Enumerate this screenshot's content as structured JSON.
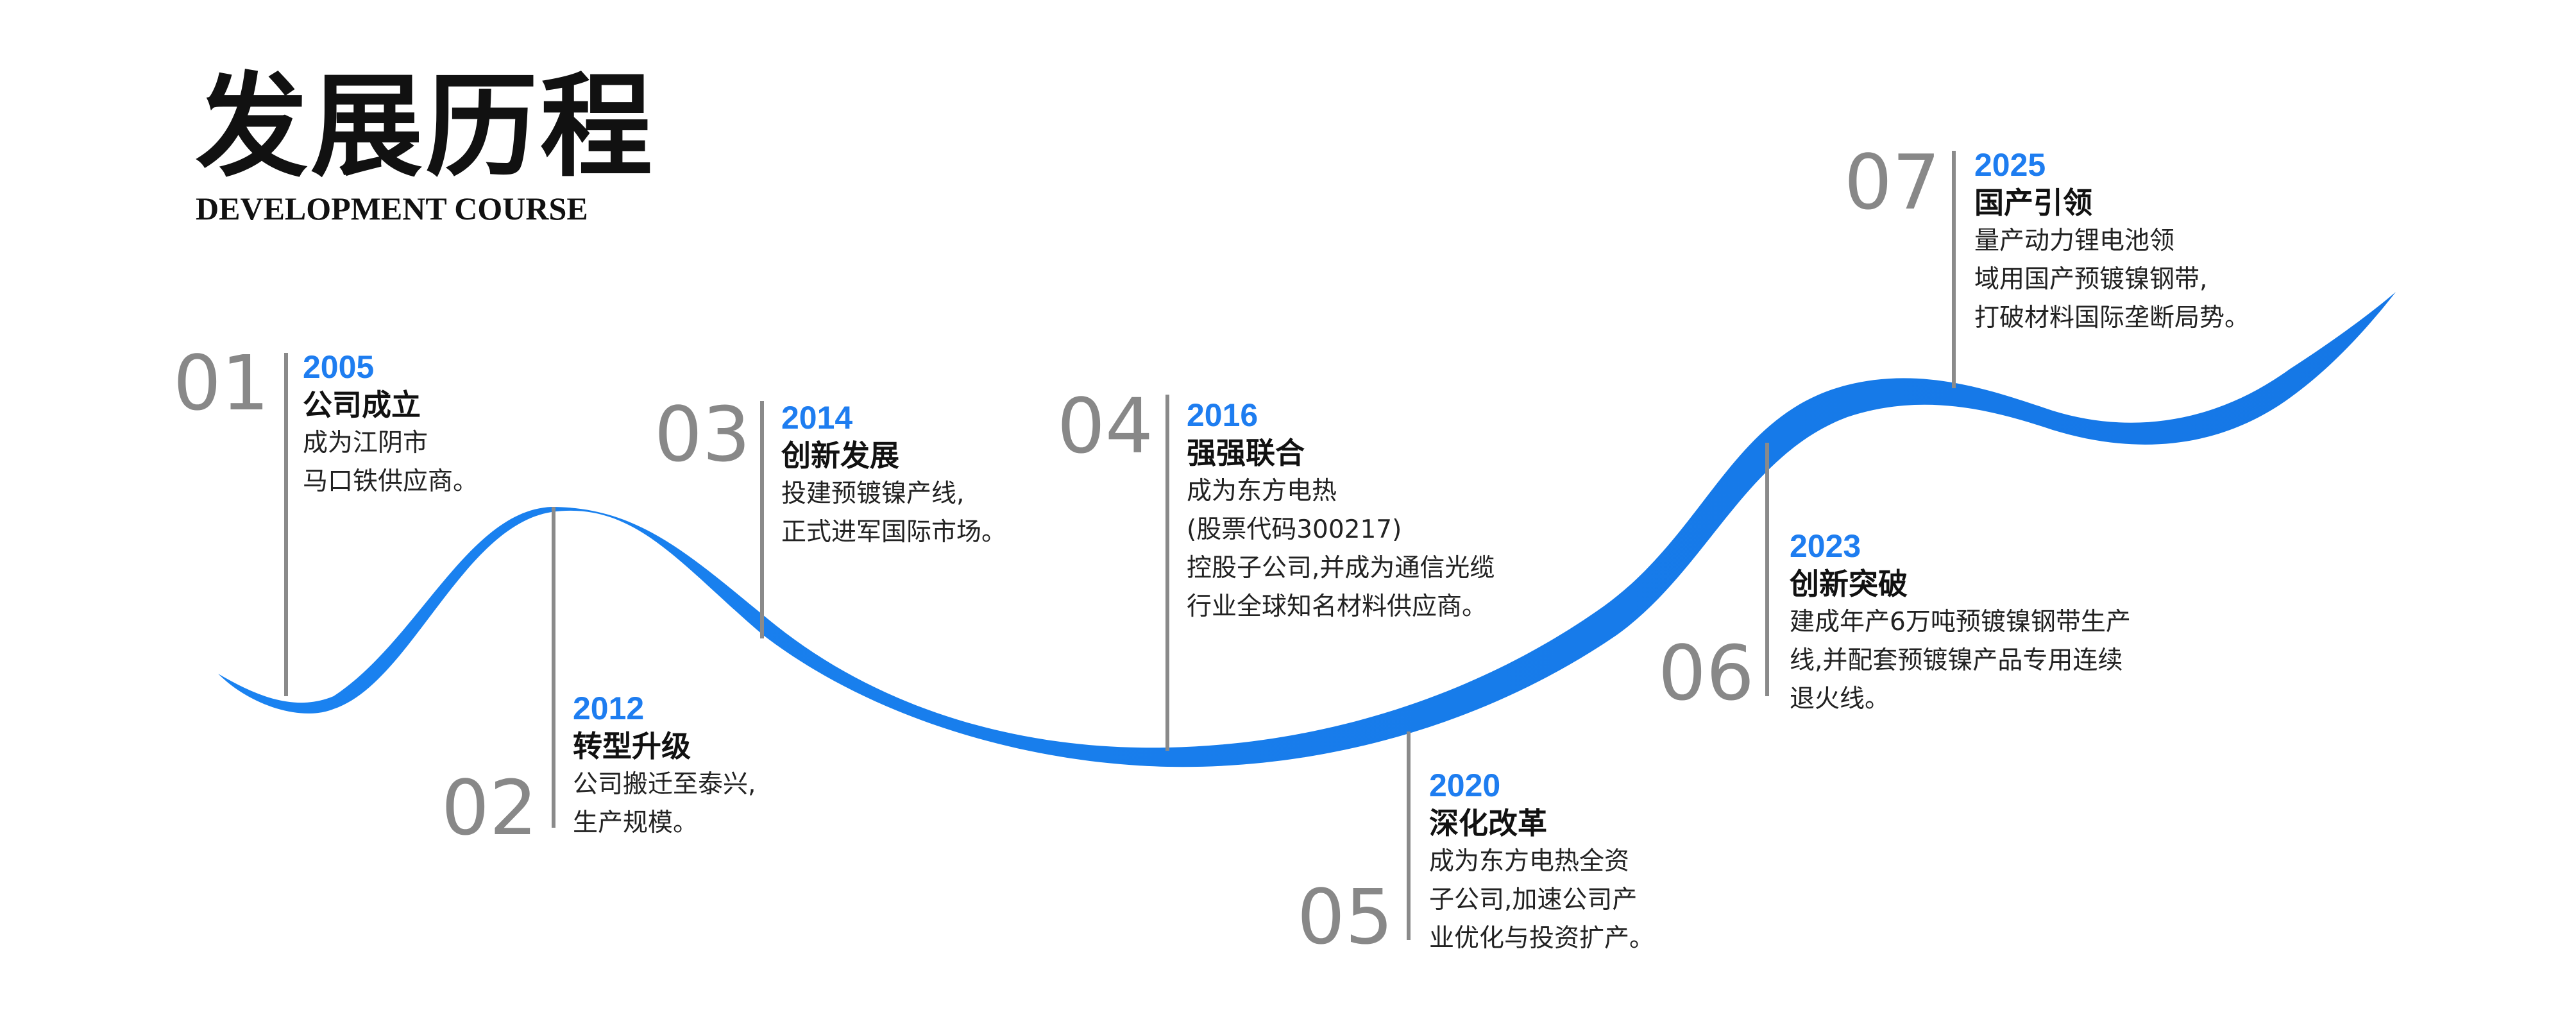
{
  "title": {
    "zh": "发展历程",
    "en": "DEVELOPMENT COURSE"
  },
  "colors": {
    "accent": "#1e7df0",
    "wave": "#1a82f0",
    "divider": "#8a8a8a",
    "number": "#888888"
  },
  "milestones": [
    {
      "num": "01",
      "year": "2005",
      "heading": "公司成立",
      "lines": [
        "成为江阴市",
        "马口铁供应商。"
      ]
    },
    {
      "num": "02",
      "year": "2012",
      "heading": "转型升级",
      "lines": [
        "公司搬迁至泰兴,",
        "生产规模。"
      ]
    },
    {
      "num": "03",
      "year": "2014",
      "heading": "创新发展",
      "lines": [
        "投建预镀镍产线,",
        "正式进军国际市场。"
      ]
    },
    {
      "num": "04",
      "year": "2016",
      "heading": "强强联合",
      "lines": [
        "成为东方电热",
        "(股票代码300217)",
        "控股子公司,并成为通信光缆",
        "行业全球知名材料供应商。"
      ]
    },
    {
      "num": "05",
      "year": "2020",
      "heading": "深化改革",
      "lines": [
        "成为东方电热全资",
        "子公司,加速公司产",
        "业优化与投资扩产。"
      ]
    },
    {
      "num": "06",
      "year": "2023",
      "heading": "创新突破",
      "lines": [
        "建成年产6万吨预镀镍钢带生产",
        "线,并配套预镀镍产品专用连续",
        "退火线。"
      ]
    },
    {
      "num": "07",
      "year": "2025",
      "heading": "国产引领",
      "lines": [
        "量产动力锂电池领",
        "域用国产预镀镍钢带,",
        "打破材料国际垄断局势。"
      ]
    }
  ]
}
